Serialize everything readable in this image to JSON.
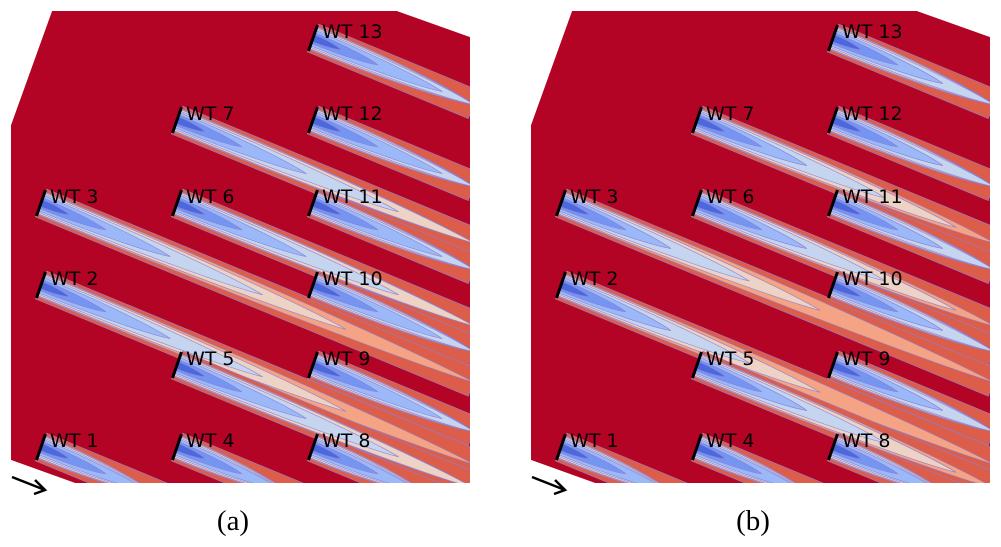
{
  "colors": {
    "background_field": "#b30426",
    "wake_outer": "#dc5d4a",
    "wake_salmon": "#f4a384",
    "wake_beige": "#ecd3c6",
    "wake_lightblue": "#c6d5ef",
    "wake_blue": "#9bb8f8",
    "wake_midblue": "#7595f2",
    "wake_darkblue": "#4c68de",
    "contour_line": "#8c7fd2"
  },
  "panels": [
    {
      "caption": "(a)",
      "turbines": [
        "WT 1",
        "WT 2",
        "WT 3",
        "WT 4",
        "WT 5",
        "WT 6",
        "WT 7",
        "WT 8",
        "WT 9",
        "WT 10",
        "WT 11",
        "WT 12",
        "WT 13"
      ]
    },
    {
      "caption": "(b)",
      "turbines": [
        "WT 1",
        "WT 2",
        "WT 3",
        "WT 4",
        "WT 5",
        "WT 6",
        "WT 7",
        "WT 8",
        "WT 9",
        "WT 10",
        "WT 11",
        "WT 12",
        "WT 13"
      ]
    }
  ],
  "wind_direction_icon": "arrow-icon"
}
